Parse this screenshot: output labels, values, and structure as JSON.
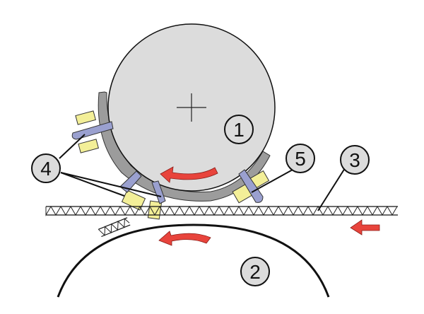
{
  "labels": {
    "roller_upper": "1",
    "roller_lower": "2",
    "web": "3",
    "blades": "4",
    "guide": "5"
  },
  "colors": {
    "roller_fill": "#dcdcdc",
    "outline": "#111111",
    "shroud": "#9c9c9c",
    "blade": "#9aa0cf",
    "pad": "#f3ef98",
    "arrow": "#e8443c",
    "label_fill": "#dcdcdc"
  }
}
